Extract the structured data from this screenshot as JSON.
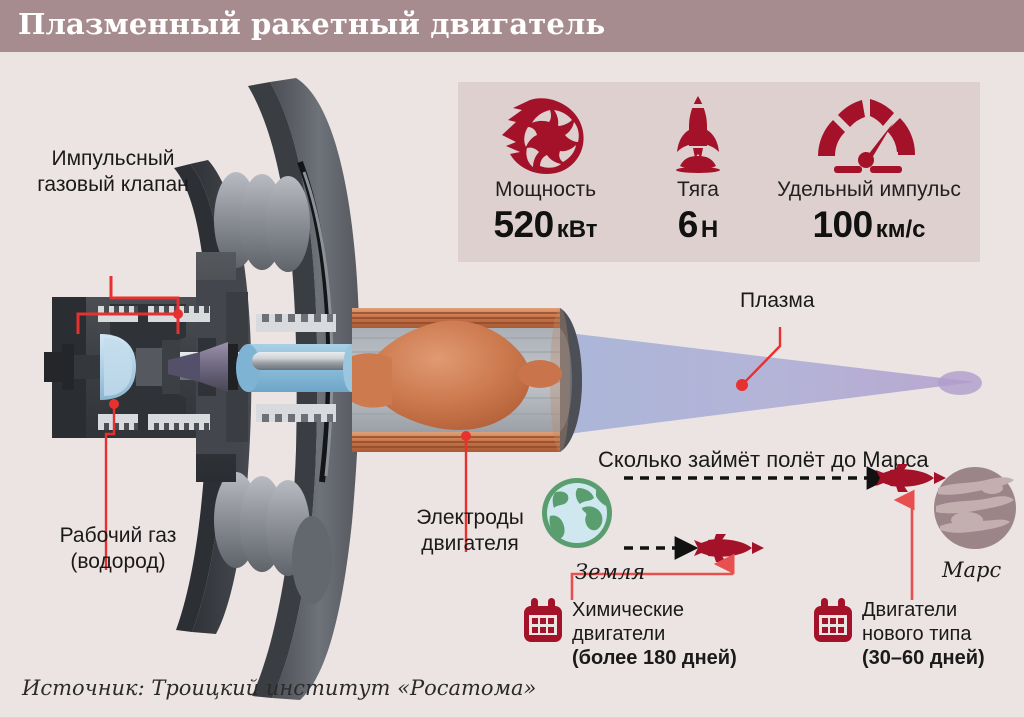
{
  "header": {
    "title": "Плазменный ракетный двигатель"
  },
  "stats": {
    "items": [
      {
        "id": "power",
        "icon": "turbine-flame-icon",
        "label": "Мощность",
        "value": "520",
        "unit": "кВт"
      },
      {
        "id": "thrust",
        "icon": "rocket-launch-icon",
        "label": "Тяга",
        "value": "6",
        "unit": "Н"
      },
      {
        "id": "impulse",
        "icon": "speedometer-icon",
        "label": "Удельный импульс",
        "value": "100",
        "unit": "км/с"
      }
    ]
  },
  "diagram": {
    "callouts": {
      "valve": {
        "line1": "Импульсный",
        "line2": "газовый клапан"
      },
      "gas": {
        "line1": "Рабочий газ",
        "line2": "(водород)"
      },
      "electrodes": {
        "line1": "Электроды",
        "line2": "двигателя"
      },
      "plasma": {
        "line1": "Плазма"
      }
    }
  },
  "mars": {
    "title": "Сколько займёт полёт до Марса",
    "earth_label": "Земля",
    "mars_label": "Марс",
    "trips": [
      {
        "id": "chemical",
        "icon": "calendar-icon",
        "line1": "Химические",
        "line2": "двигатели",
        "line3": "(более 180 дней)"
      },
      {
        "id": "new-type",
        "icon": "calendar-icon",
        "line1": "Двигатели",
        "line2": "нового типа",
        "line3": "(30–60 дней)"
      }
    ]
  },
  "footer": {
    "source": "Источник: Троицкий институт «Росатома»"
  },
  "colors": {
    "header_bg": "#a68c8f",
    "page_bg": "#ece4e2",
    "panel_bg": "#ddd0ce",
    "accent_red": "#a4122a",
    "leader_red": "#e8302f",
    "earth_green": "#5a9e6f",
    "mars_mauve": "#9c8589",
    "plasma_blue": "#a8b4d8",
    "plasma_purple": "#b09ccc",
    "copper": "#c9744a"
  }
}
